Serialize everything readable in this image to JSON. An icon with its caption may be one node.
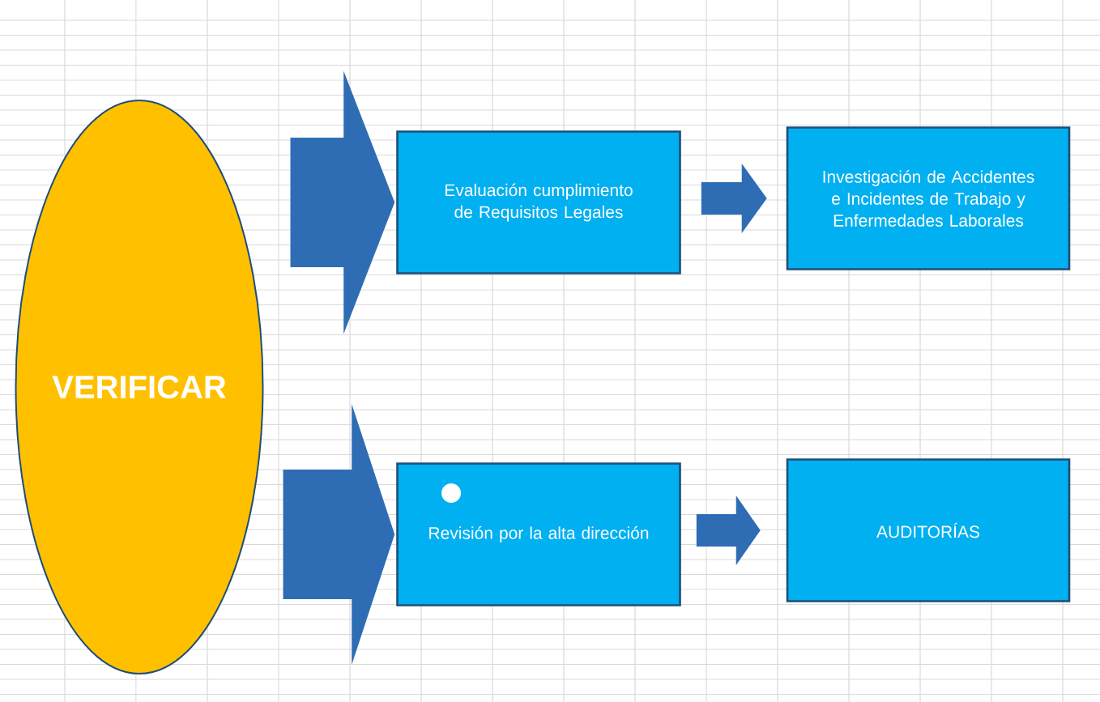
{
  "diagram": {
    "nodes": [
      {
        "text": [
          "VERIFICAR"
        ]
      },
      {
        "text": [
          "Evaluación cumplimiento de Requisitos Legales"
        ]
      },
      {
        "text": [
          "Investigación de Accidentes e Incidentes de Trabajo y Enfermedades Laborales"
        ]
      },
      {
        "text": [
          "Revisión por la alta dirección"
        ]
      },
      {
        "text": [
          "AUDITORÍAS"
        ]
      }
    ],
    "edges": [
      {
        "from": 0,
        "to": 1,
        "arrow": "to",
        "style": "thick"
      },
      {
        "from": 1,
        "to": 2,
        "arrow": "to"
      },
      {
        "from": 0,
        "to": 3,
        "arrow": "to",
        "style": "thick"
      },
      {
        "from": 3,
        "to": 4,
        "arrow": "to"
      }
    ]
  }
}
